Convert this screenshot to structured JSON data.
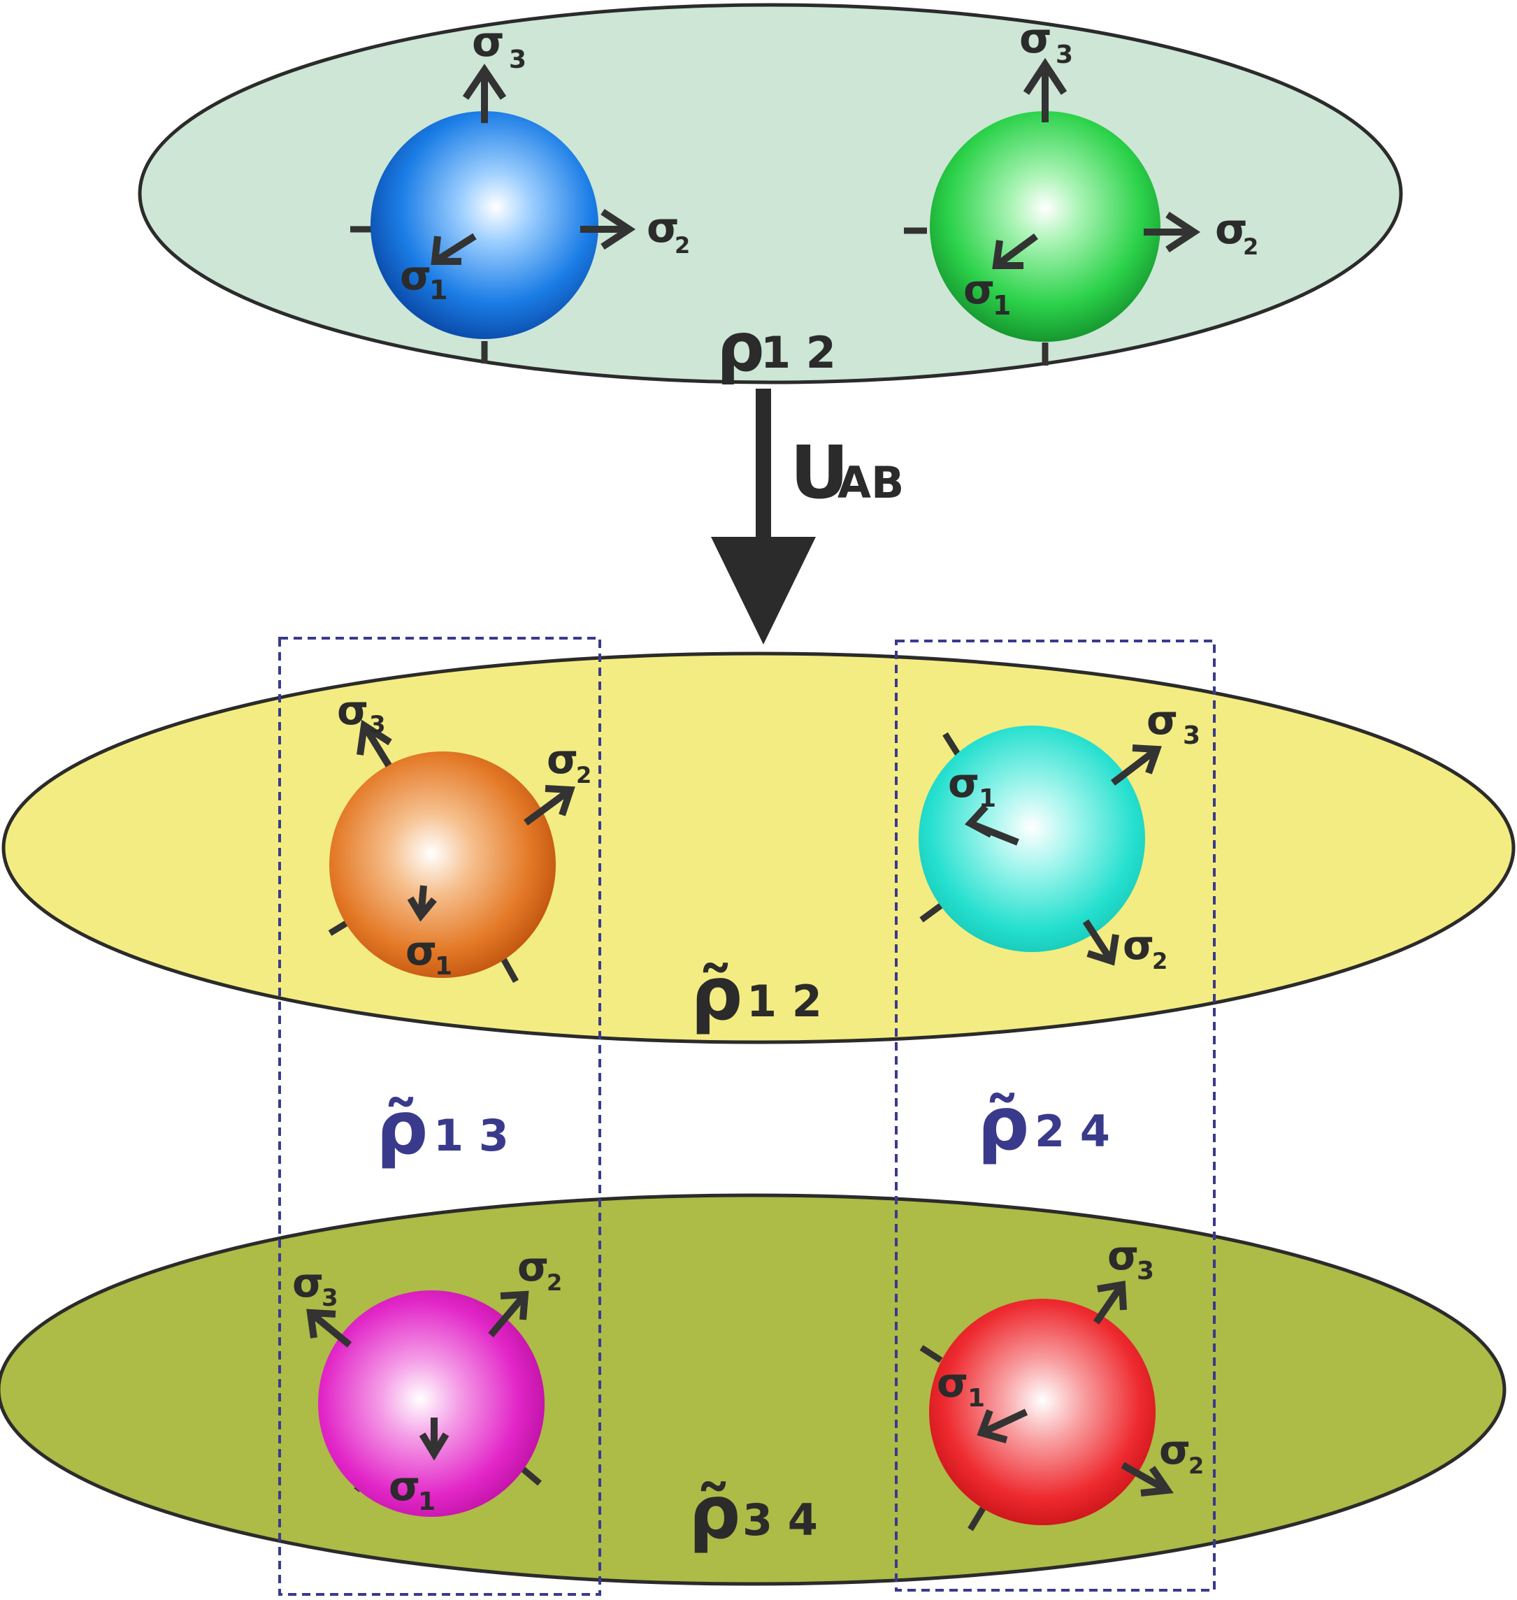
{
  "labels": {
    "sigma1": "σ",
    "sigma2": "σ",
    "sigma3": "σ",
    "sub1": "1",
    "sub2": "2",
    "sub3": "3",
    "rho": "ρ",
    "rho_tilde": "ρ̃",
    "rho12_sub": "1 2",
    "rho13_sub": "1 3",
    "rho24_sub": "2 4",
    "rho34_sub": "3 4",
    "operator_main": "U",
    "operator_sub": "AB"
  },
  "colors": {
    "ellipse_top": "#cde6d6",
    "ellipse_mid": "#f3ec82",
    "ellipse_bottom": "#adbb47",
    "sphere_blue": "#0b5fc8",
    "sphere_green": "#1ea83a",
    "sphere_orange": "#d45f10",
    "sphere_cyan": "#1ad8c8",
    "sphere_magenta": "#d613b8",
    "sphere_red": "#e0151b",
    "dashed_box": "#3a3a8c"
  }
}
